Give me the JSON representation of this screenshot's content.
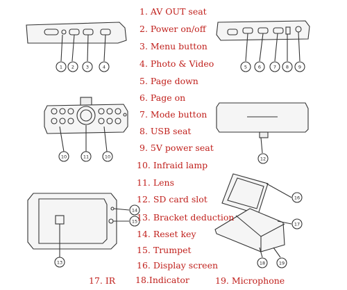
{
  "labels": [
    "1. AV OUT seat",
    "2. Power on/off",
    "3. Menu button",
    "4. Photo & Video",
    "5. Page down",
    "6. Page on",
    "7. Mode button",
    "8. USB seat",
    "9. 5V power seat",
    "10. Infraid lamp",
    "11. Lens",
    "12. SD card slot",
    "13. Bracket deduction",
    "14. Reset key",
    "15. Trumpet",
    "16. Display screen",
    "17. IR",
    "18.Indicator",
    "19. Microphone"
  ],
  "callouts": {
    "top_left": [
      "1",
      "2",
      "3",
      "4"
    ],
    "top_right": [
      "5",
      "6",
      "7",
      "8",
      "9"
    ],
    "front": [
      "10",
      "11",
      "10"
    ],
    "side": [
      "12"
    ],
    "back": [
      "14",
      "15",
      "13"
    ],
    "open": [
      "16",
      "17",
      "18",
      "19"
    ]
  },
  "colors": {
    "label_text": "#c0201c",
    "line_art": "#333333"
  }
}
